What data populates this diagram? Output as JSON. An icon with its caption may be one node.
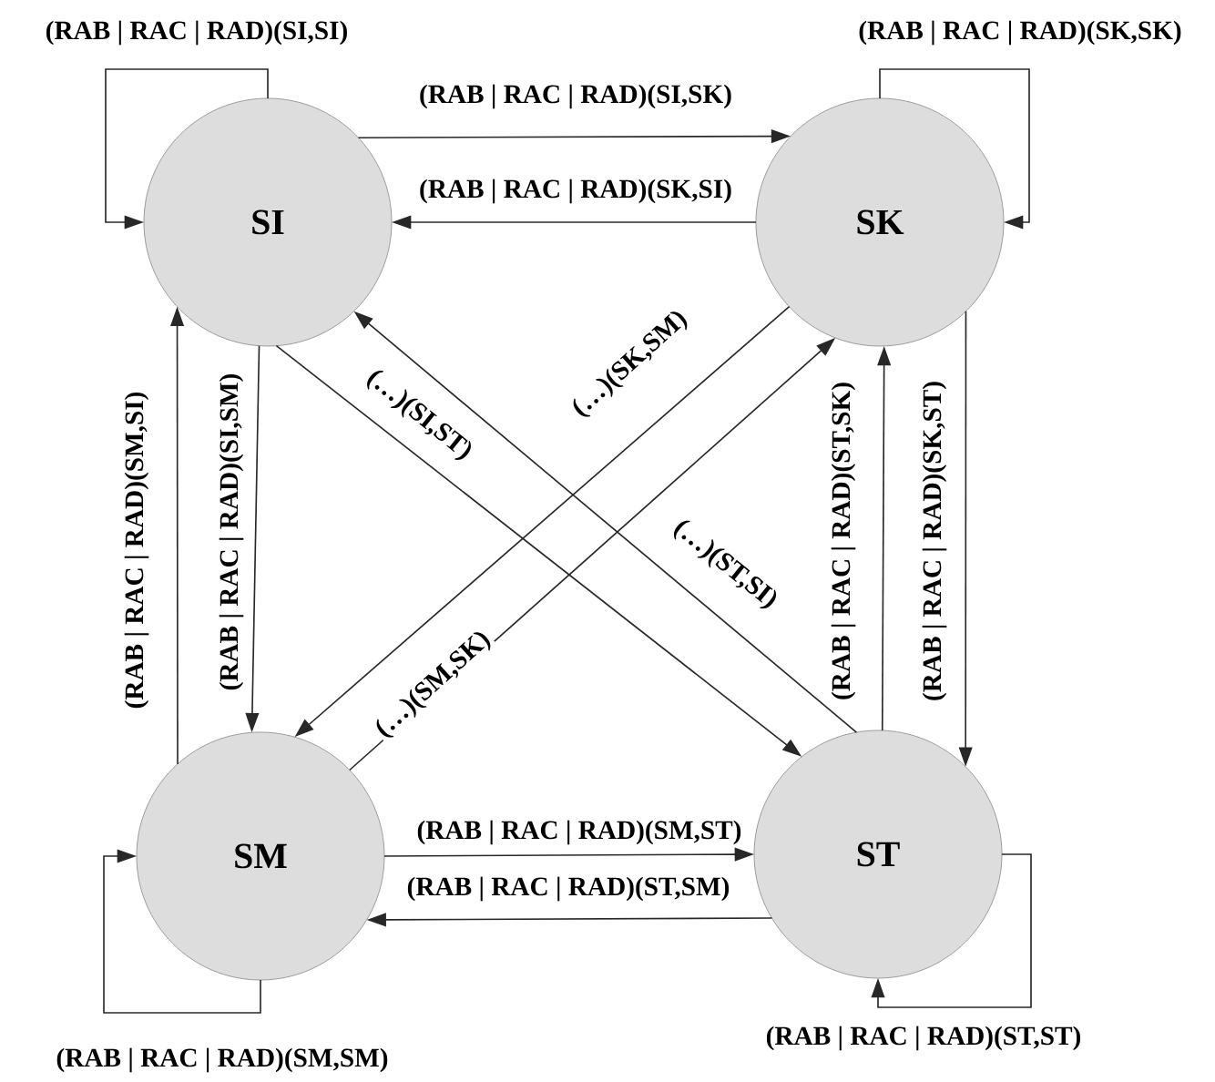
{
  "diagram": {
    "nodes": [
      {
        "text": [
          "SI"
        ]
      },
      {
        "text": [
          "SK"
        ]
      },
      {
        "text": [
          "SM"
        ]
      },
      {
        "text": [
          "ST"
        ]
      }
    ],
    "edges": [
      {
        "from": 0,
        "to": 0,
        "arrow": "to",
        "label": "(RAB | RAC | RAD)(SI,SI)"
      },
      {
        "from": 1,
        "to": 1,
        "arrow": "to",
        "label": "(RAB | RAC | RAD)(SK,SK)"
      },
      {
        "from": 0,
        "to": 1,
        "arrow": "to",
        "label": "(RAB | RAC | RAD)(SI,SK)"
      },
      {
        "from": 1,
        "to": 0,
        "arrow": "to",
        "label": "(RAB | RAC | RAD)(SK,SI)"
      },
      {
        "from": 2,
        "to": 0,
        "arrow": "to",
        "label": "(RAB | RAC | RAD)(SM,SI)"
      },
      {
        "from": 0,
        "to": 2,
        "arrow": "to",
        "label": "(RAB | RAC | RAD)(SI,SM)"
      },
      {
        "from": 0,
        "to": 3,
        "arrow": "to",
        "label": "(…)(SI,ST)"
      },
      {
        "from": 3,
        "to": 0,
        "arrow": "to",
        "label": "(…)(ST,SI)"
      },
      {
        "from": 1,
        "to": 2,
        "arrow": "to",
        "label": "(…)(SK,SM)"
      },
      {
        "from": 2,
        "to": 1,
        "arrow": "to",
        "label": "(…)(SM,SK)"
      },
      {
        "from": 3,
        "to": 1,
        "arrow": "to",
        "label": "(RAB | RAC | RAD)(ST,SK)"
      },
      {
        "from": 1,
        "to": 3,
        "arrow": "to",
        "label": "(RAB | RAC | RAD)(SK,ST)"
      },
      {
        "from": 2,
        "to": 3,
        "arrow": "to",
        "label": "(RAB | RAC | RAD)(SM,ST)"
      },
      {
        "from": 3,
        "to": 2,
        "arrow": "to",
        "label": "(RAB | RAC | RAD)(ST,SM)"
      },
      {
        "from": 2,
        "to": 2,
        "arrow": "to",
        "label": "(RAB | RAC | RAD)(SM,SM)"
      },
      {
        "from": 3,
        "to": 3,
        "arrow": "to",
        "label": "(RAB | RAC | RAD)(ST,ST)"
      }
    ]
  }
}
